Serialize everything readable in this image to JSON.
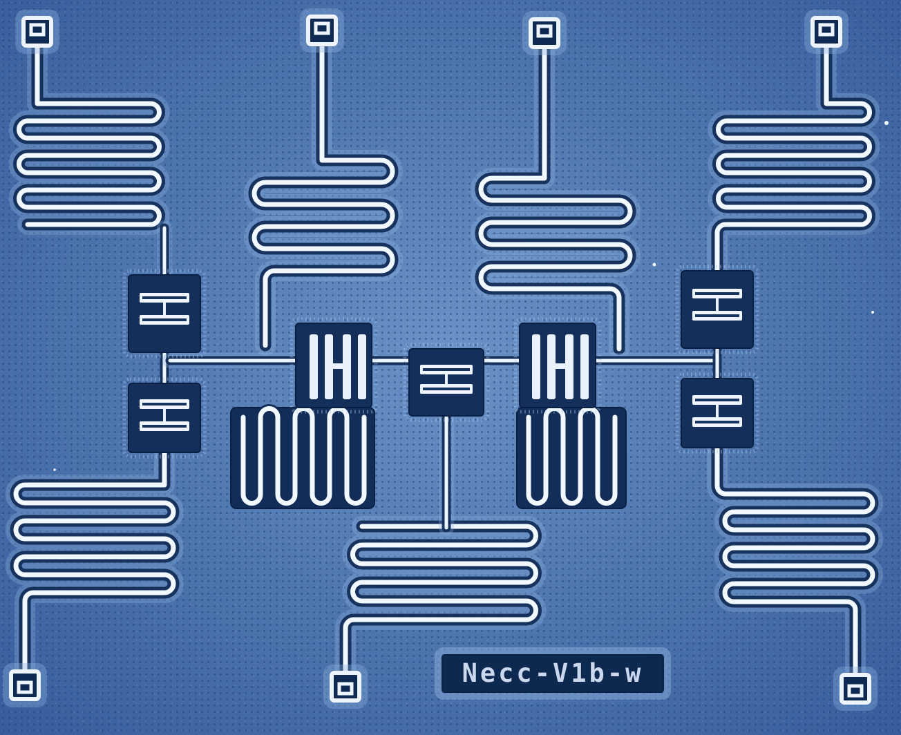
{
  "meta": {
    "chip_label": "Necc-V1b-w"
  },
  "palette": {
    "background_center": "#6b92c6",
    "background_mid": "#4a72ab",
    "background_edge": "#33589a",
    "texture_dot": "#20437a",
    "substrate_dark": "#132f5a",
    "metal_bright": "#f2f8ff",
    "halo_blue": "#8fb4e2",
    "label_plate": "#0e2950",
    "label_text": "#dfeafe"
  },
  "scene": {
    "type": "optical micrograph of a superconducting quantum processor chip",
    "launch_pads": [
      "top-left",
      "top-center-left",
      "top-center-right",
      "top-right",
      "bottom-left",
      "bottom-center",
      "bottom-right"
    ],
    "meander_resonators": [
      "top-left",
      "top-center-left",
      "top-center-right",
      "top-right",
      "bottom-left",
      "bottom-center",
      "bottom-right"
    ],
    "qubit_capacitors": [
      "left-upper",
      "left-lower",
      "center-left",
      "center",
      "center-right",
      "right-upper",
      "right-lower"
    ],
    "bus_finger_sections": [
      "center-left-bank",
      "center-right-bank"
    ]
  }
}
